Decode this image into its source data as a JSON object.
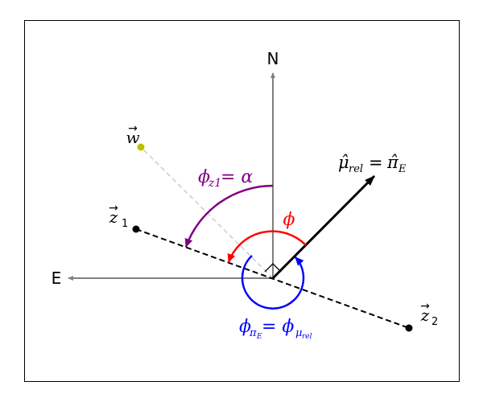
{
  "labels": {
    "north": "N",
    "east": "E",
    "w_vector": "w",
    "z1_vector": "z",
    "z1_subscript": "1",
    "z2_vector": "z",
    "z2_subscript": "2",
    "vector_arrow": "⃗",
    "mu_rel": "μ̂",
    "mu_rel_subscript": "rel",
    "equals": "=",
    "pi_e": "π̂",
    "pi_e_subscript": "E",
    "phi": "ϕ",
    "phi_z1_base": "ϕ",
    "phi_z1_subscript": "z1",
    "phi_z1_eq": " = α",
    "phi_pie_base": "ϕ",
    "phi_pie_sub_pi": "π",
    "phi_pie_sub_e": "E",
    "phi_pie_eq": " = ϕ",
    "phi_mu_sub_mu": "μ",
    "phi_mu_sub_rel": "rel"
  },
  "colors": {
    "axes": "#808080",
    "phi": "#ff0000",
    "phi_z1": "#800080",
    "phi_pie": "#0000ff",
    "w_point": "#bfbf00",
    "w_line": "#cccccc",
    "black": "#000000",
    "frame": "#000000"
  }
}
